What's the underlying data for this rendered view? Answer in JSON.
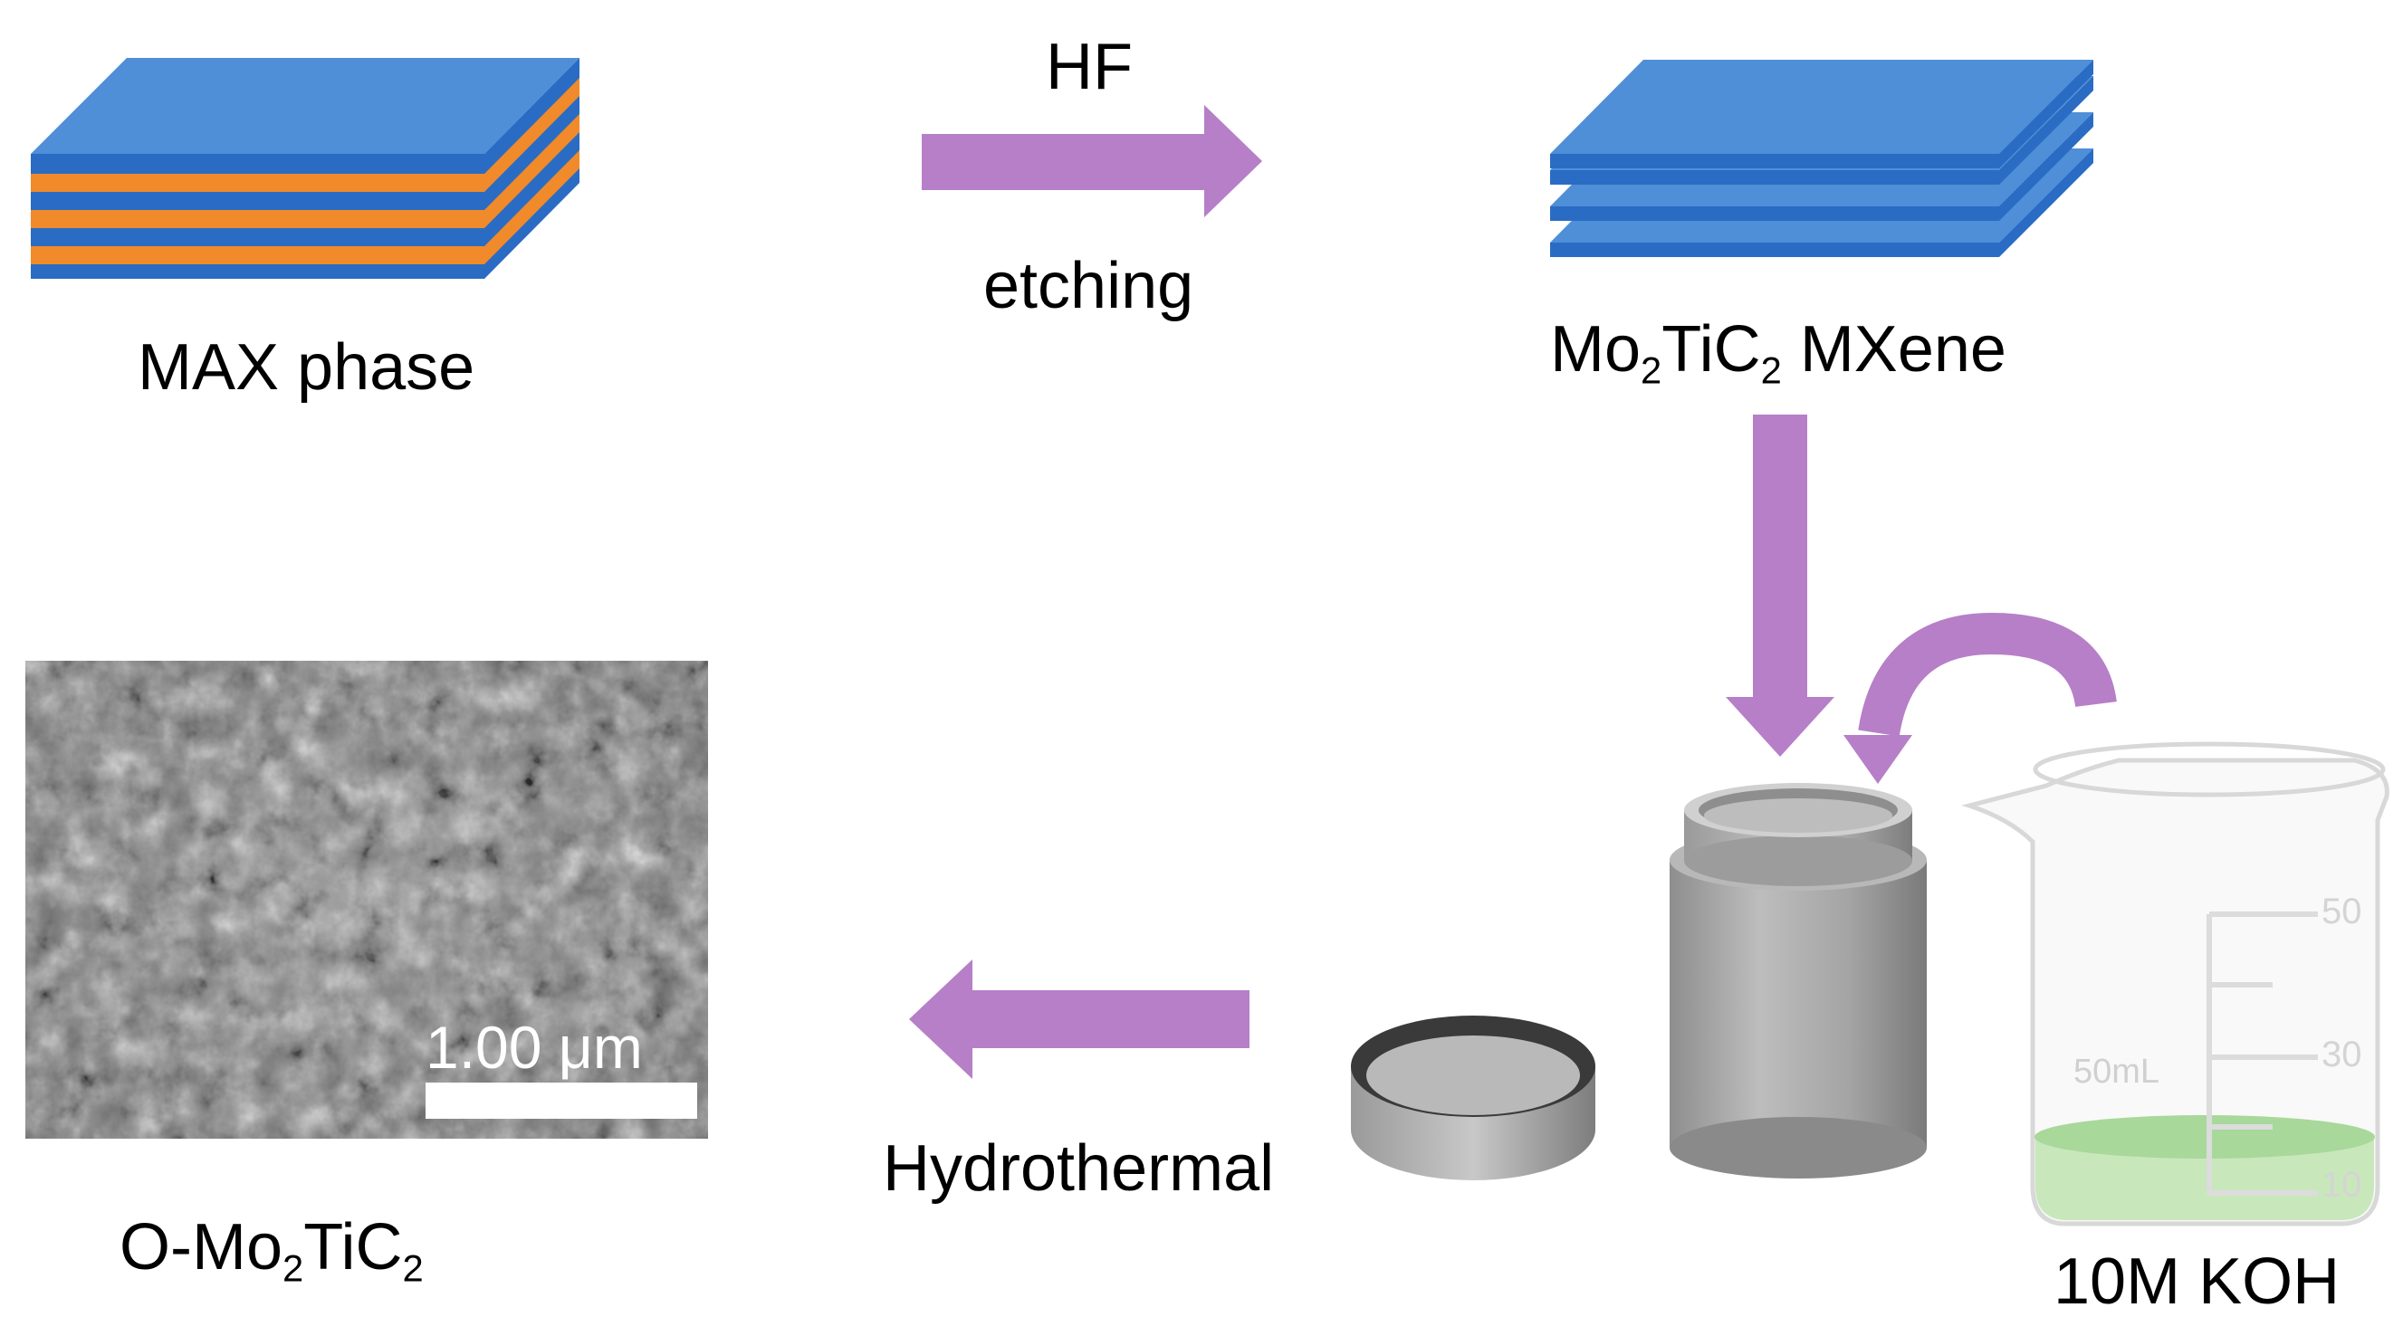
{
  "labels": {
    "max_phase": "MAX phase",
    "hf": "HF",
    "etching": "etching",
    "mxene_mo": "Mo",
    "mxene_sub1": "2",
    "mxene_tic": "TiC",
    "mxene_sub2": "2",
    "mxene_suffix": " MXene",
    "product_prefix": "O-Mo",
    "product_sub1": "2",
    "product_tic": "TiC",
    "product_sub2": "2",
    "hydrothermal": "Hydrothermal",
    "koh": "10M KOH"
  },
  "sem": {
    "scale_label": "1.00 μm"
  },
  "beaker": {
    "volume_label": "50mL",
    "tick_50": "50",
    "tick_30": "30",
    "tick_10": "10"
  },
  "colors": {
    "layer_blue": "#4f8fd8",
    "layer_dark_blue": "#2a6cc4",
    "interlayer_orange": "#f08a2a",
    "arrow_purple": "#b67fc8",
    "steel_gray": "#a6a6a6",
    "koh_green": "#c2e6b4"
  }
}
